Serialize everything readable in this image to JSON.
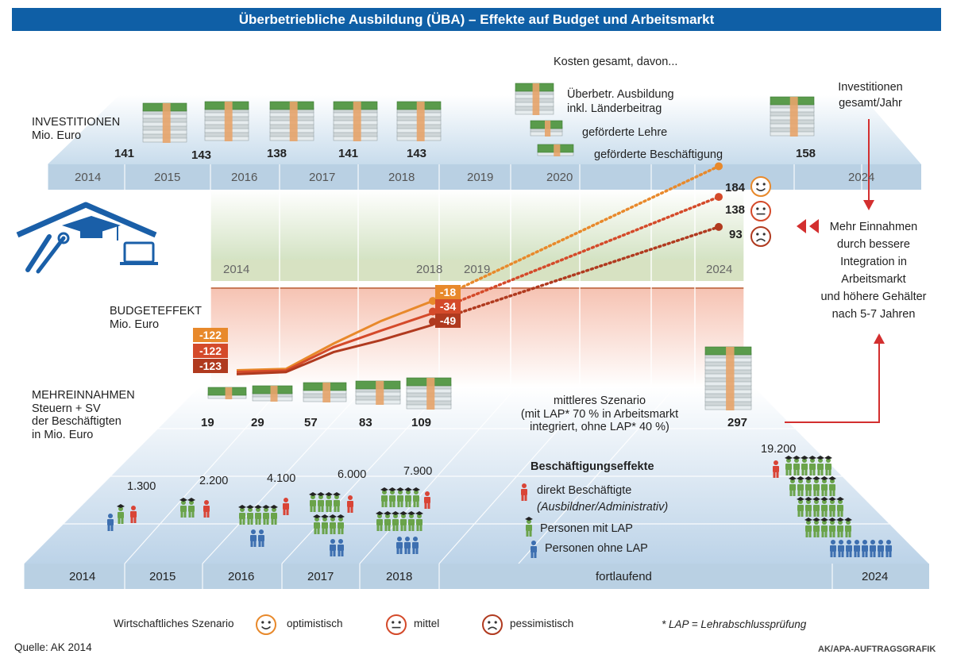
{
  "title": "Überbetriebliche Ausbildung (ÜBA) – Effekte auf Budget und Arbeitsmarkt",
  "colors": {
    "title_bg": "#0f5fa6",
    "optimistisch": "#e8892b",
    "mittel": "#d44a2a",
    "pessimistisch": "#b03a1f",
    "icon_blue": "#1a5fa8",
    "arrow_red": "#d32f2f",
    "person_green": "#6aa34a",
    "person_red": "#d94436",
    "person_blue": "#3d6fb0"
  },
  "investitionen": {
    "label_line1": "INVESTITIONEN",
    "label_line2": "Mio. Euro",
    "years": [
      "2014",
      "2015",
      "2016",
      "2017",
      "2018",
      "2019",
      "2020",
      "2024"
    ],
    "values": [
      "141",
      "143",
      "138",
      "141",
      "143",
      "158"
    ]
  },
  "legend_top": {
    "heading": "Kosten gesamt, davon...",
    "item1_line1": "Überbetr. Ausbildung",
    "item1_line2": "inkl. Länderbeitrag",
    "item2": "geförderte Lehre",
    "item3": "geförderte Beschäftigung"
  },
  "right_note": {
    "top_line1": "Investitionen",
    "top_line2": "gesamt/Jahr",
    "mid_lines": [
      "Mehr Einnahmen",
      "durch bessere",
      "Integration in",
      "Arbeitsmarkt",
      "und höhere Gehälter",
      "nach 5-7 Jahren"
    ]
  },
  "budget": {
    "label_line1": "BUDGETEFFEKT",
    "label_line2": "Mio. Euro",
    "band_years": [
      "2014",
      "2018",
      "2019",
      "2024"
    ]
  },
  "chart_data": {
    "type": "line",
    "x": [
      "2014",
      "2015",
      "2016",
      "2017",
      "2018",
      "2024"
    ],
    "series": [
      {
        "name": "optimistisch",
        "values": [
          -122,
          -120,
          -82,
          -48,
          -18,
          184
        ],
        "start_label": "-122",
        "mid_label": "-18",
        "end_label": "184"
      },
      {
        "name": "mittel",
        "values": [
          -122,
          -120,
          -85,
          -60,
          -34,
          138
        ],
        "start_label": "-122",
        "mid_label": "-34",
        "end_label": "138"
      },
      {
        "name": "pessimistisch",
        "values": [
          -123,
          -120,
          -90,
          -72,
          -49,
          93
        ],
        "start_label": "-123",
        "mid_label": "-49",
        "end_label": "93"
      }
    ]
  },
  "mehreinnahmen": {
    "label_line1": "MEHREINNAHMEN",
    "label_line2": "Steuern + SV",
    "label_line3": "der Beschäftigten",
    "label_line4": "in Mio. Euro",
    "values": [
      "19",
      "29",
      "57",
      "83",
      "109",
      "297"
    ],
    "scenario_line1": "mittleres Szenario",
    "scenario_line2": "(mit LAP* 70 % in Arbeitsmarkt",
    "scenario_line3": "integriert, ohne LAP* 40 %)"
  },
  "beschaeftigung": {
    "heading": "Beschäftigungseffekte",
    "item1_line1": "direkt Beschäftigte",
    "item1_line2": "(Ausbildner/Administrativ)",
    "item2": "Personen mit LAP",
    "item3": "Personen ohne LAP",
    "values": [
      "1.300",
      "2.200",
      "4.100",
      "6.000",
      "7.900",
      "19.200"
    ]
  },
  "bottom_years": [
    "2014",
    "2015",
    "2016",
    "2017",
    "2018",
    "fortlaufend",
    "2024"
  ],
  "footer": {
    "scenario_label": "Wirtschaftliches Szenario",
    "optimistisch": "optimistisch",
    "mittel": "mittel",
    "pessimistisch": "pessimistisch",
    "lap_note": "* LAP = Lehrabschlussprüfung",
    "source": "Quelle: AK 2014",
    "credit": "AK/APA-AUFTRAGSGRAFIK"
  }
}
